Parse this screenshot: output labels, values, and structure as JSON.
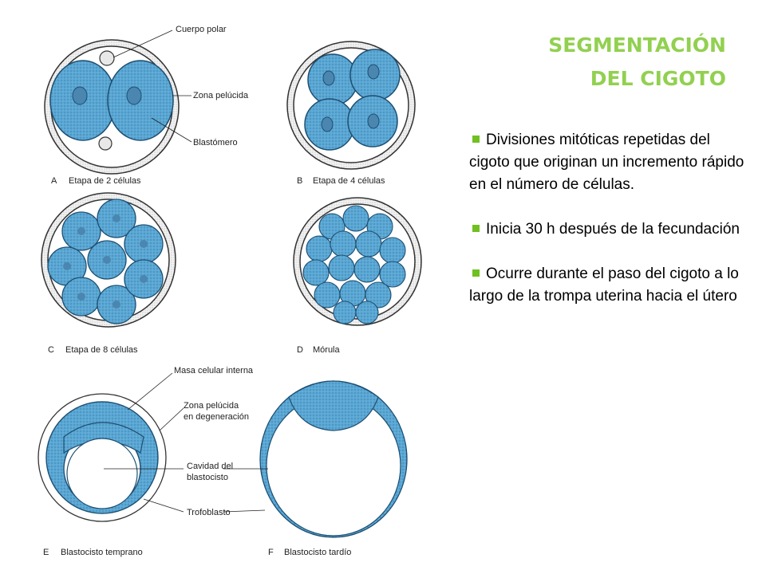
{
  "title": {
    "line1": "SEGMENTACIÓN",
    "line2": "DEL CIGOTO"
  },
  "bullets": [
    "Divisiones mitóticas repetidas del cigoto que originan un incremento rápido en el número de células.",
    "Inicia 30 h después de la fecundación",
    "Ocurre durante el paso del cigoto a lo largo de la trompa uterina hacia el útero"
  ],
  "figure": {
    "labels": {
      "polar": "Cuerpo polar",
      "zona": "Zona pelúcida",
      "blastomero": "Blastómero",
      "masa": "Masa celular interna",
      "zona_deg1": "Zona pelúcida",
      "zona_deg2": "en degeneración",
      "cavidad1": "Cavidad del",
      "cavidad2": "blastocisto",
      "trofoblasto": "Trofoblasto"
    },
    "panels": {
      "a": {
        "letter": "A",
        "caption": "Etapa de 2 células"
      },
      "b": {
        "letter": "B",
        "caption": "Etapa de 4 células"
      },
      "c": {
        "letter": "C",
        "caption": "Etapa de 8 células"
      },
      "d": {
        "letter": "D",
        "caption": "Mórula"
      },
      "e": {
        "letter": "E",
        "caption": "Blastocisto temprano"
      },
      "f": {
        "letter": "F",
        "caption": "Blastocisto tardío"
      }
    }
  },
  "colors": {
    "title": "#92d050",
    "bullet_marker": "#70c020",
    "cell_fill": "#5aa7d4",
    "cell_stroke": "#1d4f72"
  }
}
